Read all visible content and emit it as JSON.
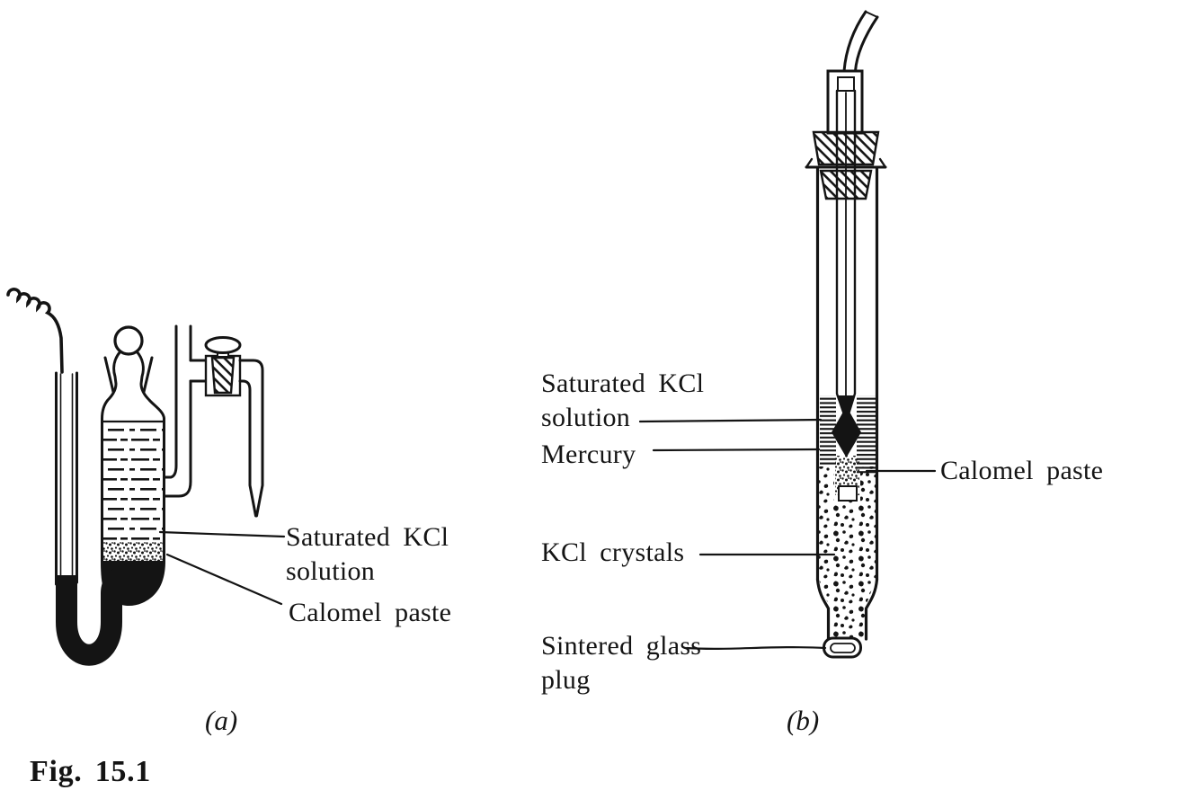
{
  "figure": {
    "caption": "Fig. 15.1",
    "panel_a": {
      "label": "(a)",
      "ann_saturated": "Saturated KCl\nsolution",
      "ann_calomel": "Calomel paste"
    },
    "panel_b": {
      "label": "(b)",
      "ann_saturated": "Saturated KCl\nsolution",
      "ann_mercury": "Mercury",
      "ann_calomel": "Calomel paste",
      "ann_kcl": "KCl crystals",
      "ann_sintered": "Sintered glass\nplug"
    },
    "colors": {
      "ink": "#141414",
      "paper": "#ffffff"
    }
  }
}
